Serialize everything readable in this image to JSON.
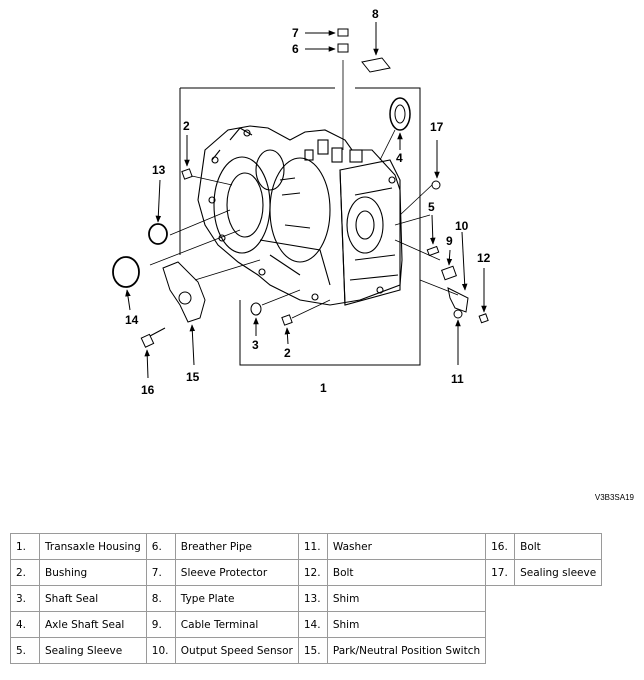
{
  "diagram": {
    "reference_code": "V3B3SA19",
    "callouts": {
      "c1": "1",
      "c2a": "2",
      "c2b": "2",
      "c3": "3",
      "c4": "4",
      "c5": "5",
      "c6": "6",
      "c7": "7",
      "c8": "8",
      "c9": "9",
      "c10": "10",
      "c11": "11",
      "c12": "12",
      "c13": "13",
      "c14": "14",
      "c15": "15",
      "c16": "16",
      "c17": "17"
    }
  },
  "legend": {
    "rows": [
      [
        {
          "num": "1.",
          "label": "Transaxle Housing"
        },
        {
          "num": "6.",
          "label": "Breather Pipe"
        },
        {
          "num": "11.",
          "label": "Washer"
        },
        {
          "num": "16.",
          "label": "Bolt"
        }
      ],
      [
        {
          "num": "2.",
          "label": "Bushing"
        },
        {
          "num": "7.",
          "label": "Sleeve Protector"
        },
        {
          "num": "12.",
          "label": "Bolt"
        },
        {
          "num": "17.",
          "label": "Sealing sleeve"
        }
      ],
      [
        {
          "num": "3.",
          "label": "Shaft Seal"
        },
        {
          "num": "8.",
          "label": "Type Plate"
        },
        {
          "num": "13.",
          "label": "Shim"
        }
      ],
      [
        {
          "num": "4.",
          "label": "Axle Shaft Seal"
        },
        {
          "num": "9.",
          "label": "Cable Terminal"
        },
        {
          "num": "14.",
          "label": "Shim"
        }
      ],
      [
        {
          "num": "5.",
          "label": "Sealing Sleeve"
        },
        {
          "num": "10.",
          "label": "Output Speed Sensor"
        },
        {
          "num": "15.",
          "label": "Park/Neutral Position Switch"
        }
      ]
    ]
  }
}
